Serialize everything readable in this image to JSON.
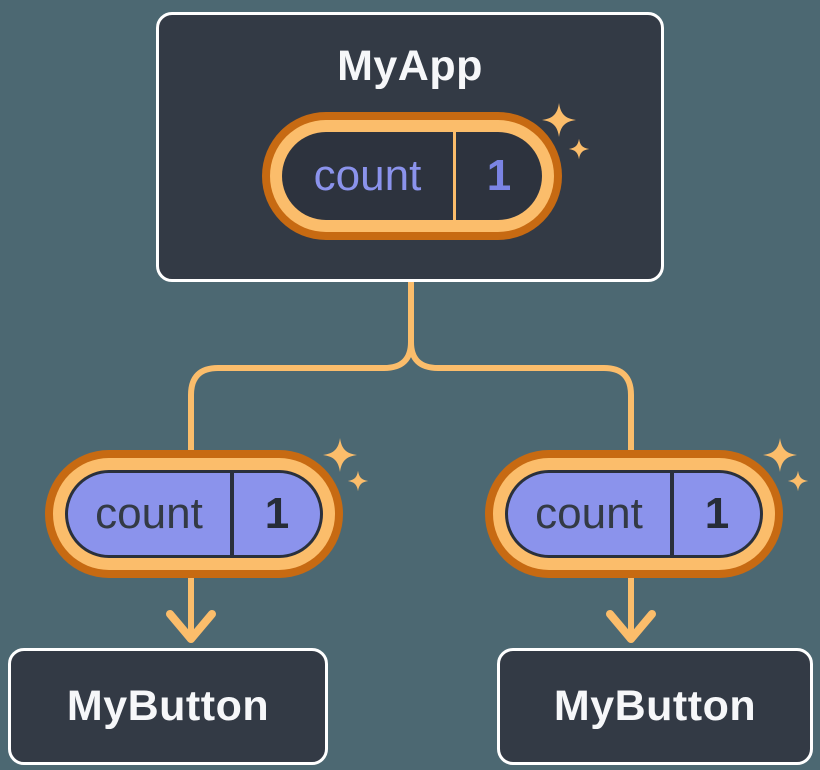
{
  "diagram": {
    "parent": {
      "title": "MyApp",
      "state": {
        "label": "count",
        "value": "1"
      }
    },
    "children": [
      {
        "title": "MyButton",
        "state": {
          "label": "count",
          "value": "1"
        }
      },
      {
        "title": "MyButton",
        "state": {
          "label": "count",
          "value": "1"
        }
      }
    ],
    "colors": {
      "background": "#4C6872",
      "card_background": "#333A45",
      "card_border": "#FFFFFF",
      "title_text": "#F6F7F9",
      "ring_dark_orange": "#C76A12",
      "ring_light_orange": "#FBBD6B",
      "connector_orange": "#FBBD6B",
      "state_purple_fill": "#8B93EC",
      "parent_pill_interior": "#2D333E",
      "dark_outline": "#2A303B"
    }
  }
}
